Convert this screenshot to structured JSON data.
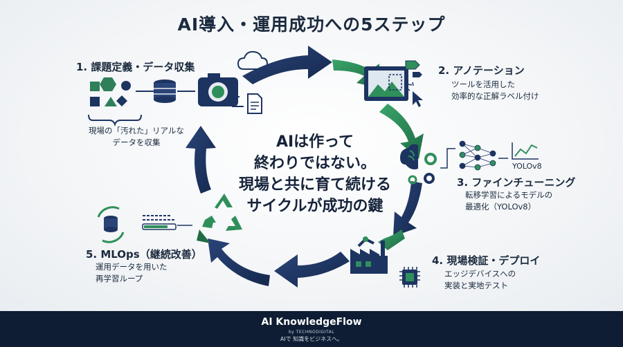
{
  "title": "AI導入・運用成功への5ステップ",
  "center_text": [
    "AIは作って",
    "終わりではない。",
    "現場と共に育て続ける",
    "サイクルが成功の鍵"
  ],
  "steps": [
    {
      "title": "1. 課題定義・データ収集",
      "desc": [
        "現場の「汚れた」リアルな",
        "データを収集"
      ]
    },
    {
      "title": "2. アノテーション",
      "desc": [
        "ツールを活用した",
        "効率的な正解ラベル付け"
      ]
    },
    {
      "title": "3. ファインチューニング",
      "desc": [
        "転移学習によるモデルの",
        "最適化（YOLOv8）"
      ]
    },
    {
      "title": "4. 現場検証・デプロイ",
      "desc": [
        "エッジデバイスへの",
        "実装と実地テスト"
      ]
    },
    {
      "title": "5. MLOps（継続改善）",
      "desc": [
        "運用データを用いた",
        "再学習ループ"
      ]
    }
  ],
  "model_label": "YOLOv8",
  "footer": {
    "brand": "AI KnowledgeFlow",
    "by": "by TECHNODIGITAL",
    "tagline": "AIで 知識をビジネスへ。"
  },
  "colors": {
    "navy": "#1d3461",
    "green": "#2f8f5b",
    "footer_bg": "#0e1d33"
  },
  "icons": [
    "shapes-icon",
    "database-icon",
    "camera-icon",
    "cloud-icon",
    "document-icon",
    "image-label-icon",
    "cursor-icon",
    "brain-gear-icon",
    "neural-network-icon",
    "line-chart-icon",
    "factory-robot-icon",
    "chip-icon",
    "recycle-icon",
    "sync-database-icon",
    "progress-bar-icon"
  ]
}
